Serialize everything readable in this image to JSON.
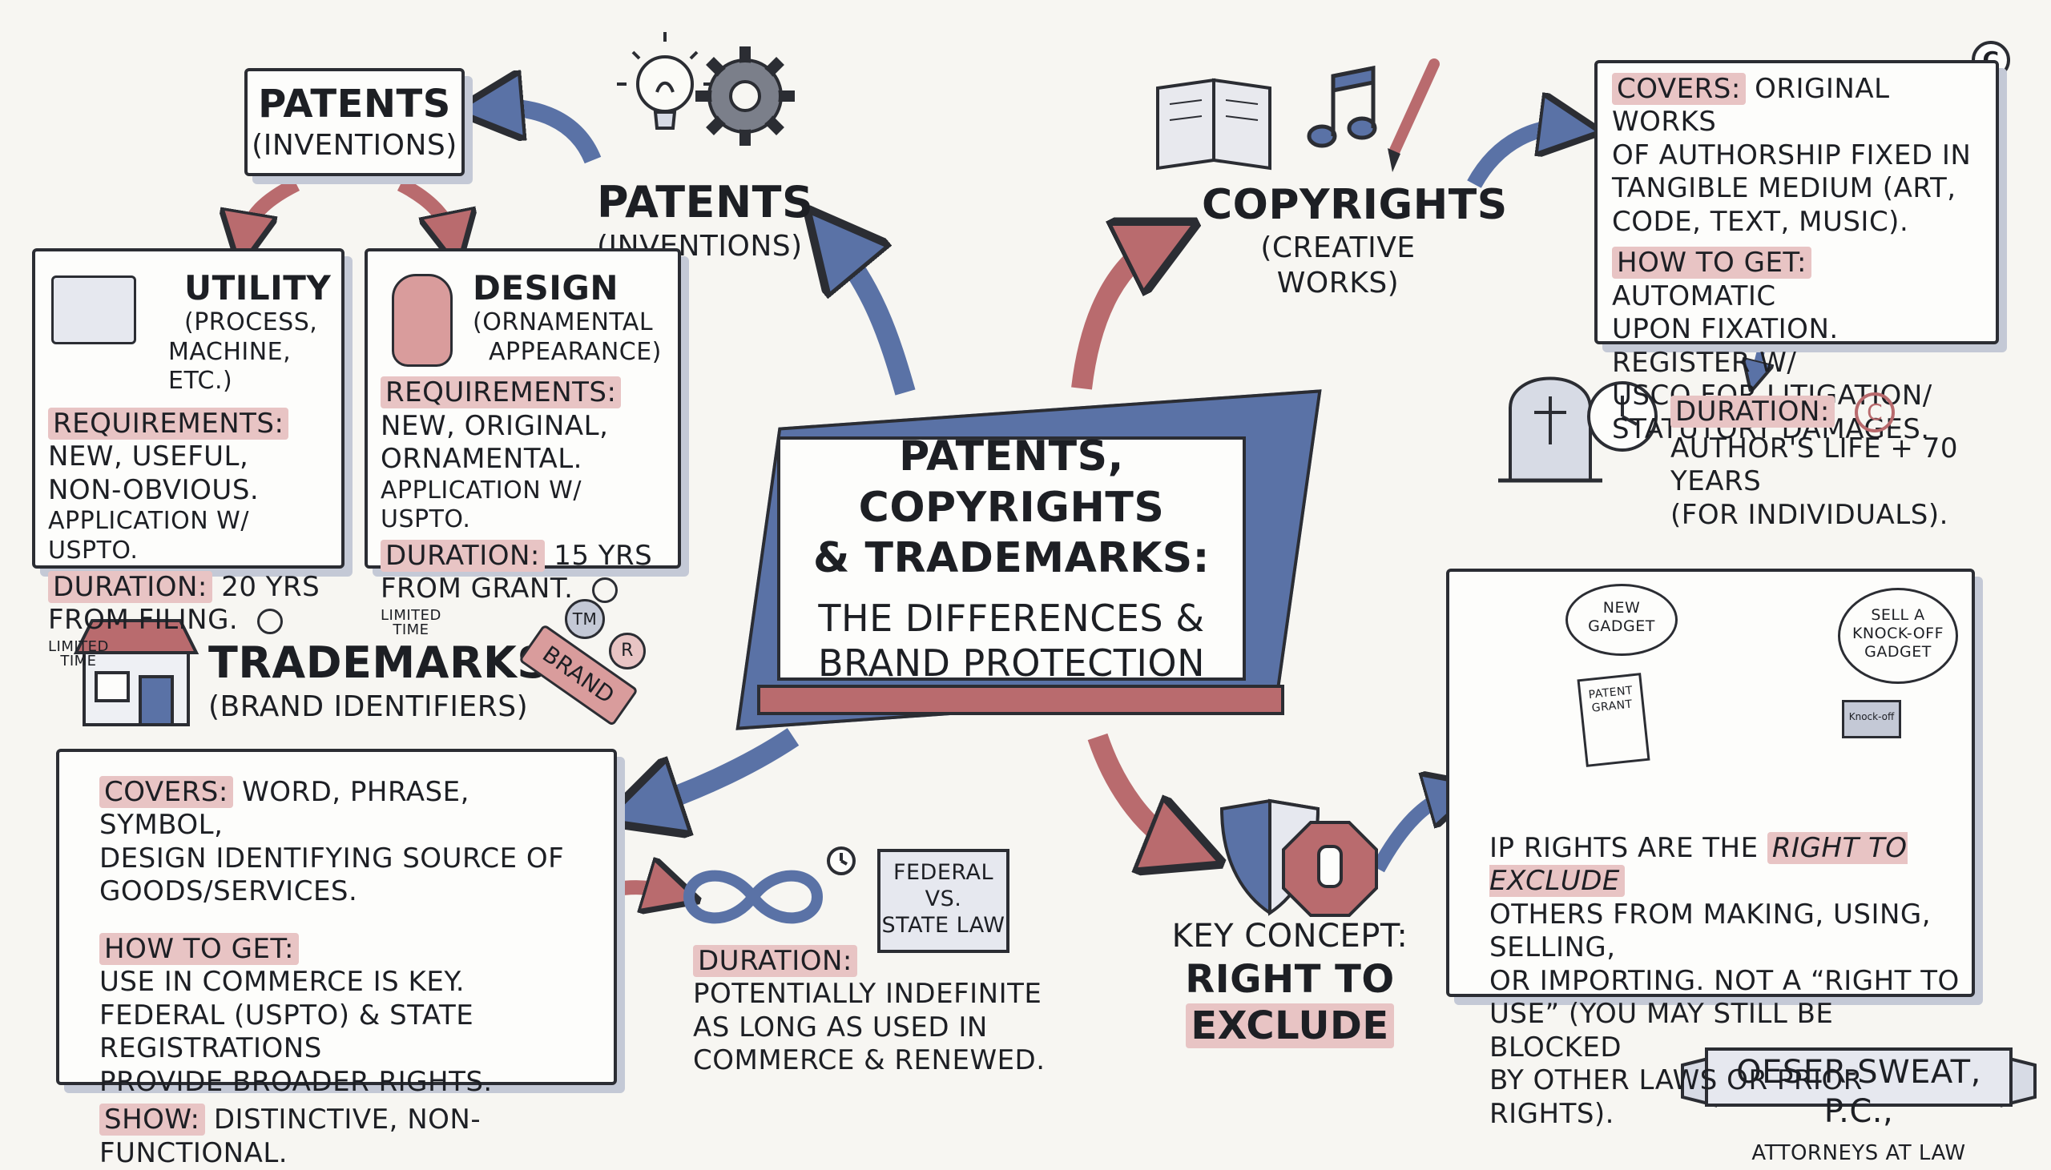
{
  "center": {
    "line1": "PATENTS, COPYRIGHTS",
    "line2": "& TRADEMARKS:",
    "line3": "THE DIFFERENCES &",
    "line4": "BRAND PROTECTION"
  },
  "patents": {
    "title": "PATENTS",
    "subtitle": "(INVENTIONS)",
    "box_title": "PATENTS",
    "box_subtitle": "(INVENTIONS)",
    "utility": {
      "title": "UTILITY",
      "sub1": "(PROCESS,",
      "sub2": "MACHINE, ETC.)",
      "req_label": "REQUIREMENTS:",
      "req1": "NEW, USEFUL,",
      "req2": "NON-OBVIOUS.",
      "req3": "APPLICATION W/ USPTO.",
      "dur_label": "DURATION:",
      "dur1": "20 YRS",
      "dur2": "FROM FILING.",
      "limited1": "LIMITED",
      "limited2": "TIME"
    },
    "design": {
      "title": "DESIGN",
      "sub1": "(ORNAMENTAL",
      "sub2": "APPEARANCE)",
      "req_label": "REQUIREMENTS:",
      "req1": "NEW, ORIGINAL,",
      "req2": "ORNAMENTAL.",
      "req3": "APPLICATION W/ USPTO.",
      "dur_label": "DURATION:",
      "dur1": "15 YRS",
      "dur2": "FROM GRANT.",
      "limited1": "LIMITED",
      "limited2": "TIME"
    }
  },
  "copyrights": {
    "title": "COPYRIGHTS",
    "subtitle": "(CREATIVE WORKS)",
    "covers_label": "COVERS:",
    "covers1": "ORIGINAL WORKS",
    "covers2": "OF AUTHORSHIP FIXED IN",
    "covers3": "TANGIBLE MEDIUM (ART,",
    "covers4": "CODE, TEXT, MUSIC).",
    "how_label": "HOW TO GET:",
    "how1": "AUTOMATIC",
    "how2": "UPON FIXATION. REGISTER W/",
    "how3": "USCO FOR LITIGATION/",
    "how4": "STATUTORY DAMAGES.",
    "dur_label": "DURATION:",
    "dur1": "AUTHOR'S LIFE + 70 YEARS",
    "dur2": "(FOR INDIVIDUALS).",
    "copyright_symbol": "C"
  },
  "trademarks": {
    "title": "TRADEMARKS",
    "subtitle": "(BRAND IDENTIFIERS)",
    "tag": "BRAND",
    "tm": "TM",
    "r": "R",
    "covers_label": "COVERS:",
    "covers1": "WORD, PHRASE, SYMBOL,",
    "covers2": "DESIGN IDENTIFYING SOURCE OF",
    "covers3": "GOODS/SERVICES.",
    "how_label": "HOW TO GET:",
    "how1": "USE IN COMMERCE IS KEY.",
    "how2": "FEDERAL (USPTO) & STATE REGISTRATIONS",
    "how3": "PROVIDE BROADER RIGHTS.",
    "show_label": "SHOW:",
    "show1": "DISTINCTIVE, NON-FUNCTIONAL.",
    "sign1": "FEDERAL",
    "sign2": "VS.",
    "sign3": "STATE LAW",
    "dur_label": "DURATION:",
    "dur1": "POTENTIALLY INDEFINITE",
    "dur2": "AS LONG AS USED IN",
    "dur3": "COMMERCE & RENEWED."
  },
  "key_concept": {
    "line1": "KEY CONCEPT:",
    "line2": "RIGHT TO",
    "line3": "EXCLUDE",
    "bubble1_a": "NEW",
    "bubble1_b": "GADGET",
    "bubble2_a": "SELL A",
    "bubble2_b": "KNOCK-OFF",
    "bubble2_c": "GADGET",
    "doc_a": "PATENT",
    "doc_b": "GRANT",
    "tablet": "Knock-off",
    "text1": "IP RIGHTS ARE THE",
    "text1_em": "RIGHT TO EXCLUDE",
    "text2": "OTHERS FROM MAKING, USING, SELLING,",
    "text3": "OR IMPORTING. NOT A “RIGHT TO",
    "text4": "USE” (YOU MAY STILL BE BLOCKED",
    "text5": "BY OTHER LAWS OR PRIOR RIGHTS)."
  },
  "firm": {
    "name": "OESER-SWEAT, P.C.,",
    "tagline": "ATTORNEYS AT LAW"
  },
  "colors": {
    "red_accent": "#b96b6e",
    "blue_accent": "#5a72a6",
    "highlight": "#e8c4c4",
    "ink": "#1d1f24"
  }
}
